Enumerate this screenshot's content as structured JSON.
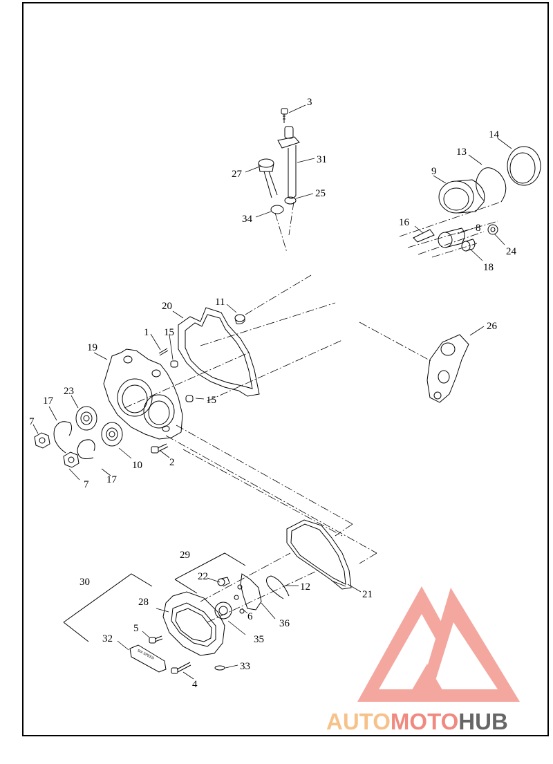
{
  "diagram": {
    "callouts": {
      "c1": "1",
      "c2": "2",
      "c3": "3",
      "c4": "4",
      "c5": "5",
      "c6": "6",
      "c7a": "7",
      "c7b": "7",
      "c8": "8",
      "c9": "9",
      "c10": "10",
      "c11": "11",
      "c12": "12",
      "c13": "13",
      "c14": "14",
      "c15a": "15",
      "c15b": "15",
      "c16": "16",
      "c17a": "17",
      "c17b": "17",
      "c18": "18",
      "c19": "19",
      "c20": "20",
      "c21": "21",
      "c22": "22",
      "c23": "23",
      "c24": "24",
      "c25": "25",
      "c26": "26",
      "c27": "27",
      "c28": "28",
      "c29": "29",
      "c30": "30",
      "c31": "31",
      "c32": "32",
      "c33": "33",
      "c34": "34",
      "c35": "35",
      "c36": "36"
    }
  },
  "watermark": {
    "part1": "AUTO",
    "part2": "MOTO",
    "part3": "HUB",
    "color_light": "#f6c28a",
    "color_accent": "#f08a80",
    "color_dark": "#666666"
  }
}
